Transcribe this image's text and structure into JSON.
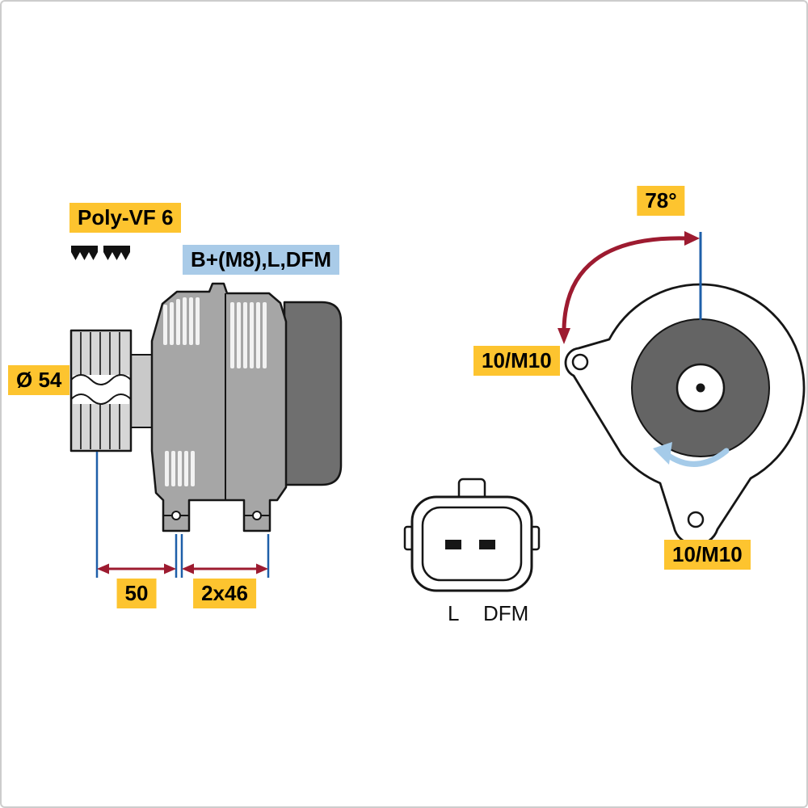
{
  "drawing": {
    "type": "alternator-technical-diagram",
    "views": [
      "side-view",
      "front-view",
      "connector-pinout"
    ]
  },
  "labels": {
    "belt_type": "Poly-VF 6",
    "terminals": "B+(M8),L,DFM",
    "pulley_diameter": "Ø 54",
    "angle": "78°",
    "mount_left": "10/M10",
    "mount_bottom": "10/M10",
    "dim_pulley_to_mount": "50",
    "dim_mounts": "2x46",
    "pin_l": "L",
    "pin_dfm": "DFM"
  },
  "colors": {
    "label_yellow": "#fdc42f",
    "label_blue": "#a9cbe8",
    "dimension_red": "#9d1b30",
    "dimension_blue": "#1e5fa9",
    "rotation_arrow_blue": "#a5cbe9",
    "body_gray": "#a6a6a6",
    "rear_cover_gray": "#6f6f6f",
    "pulley_disc_gray": "#646464",
    "outline": "#161616"
  }
}
